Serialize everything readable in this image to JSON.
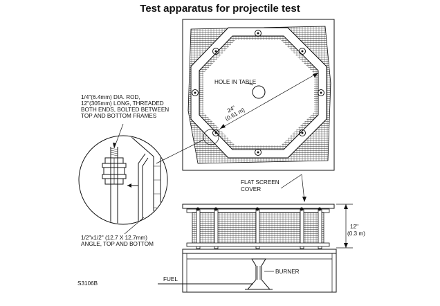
{
  "title": "Test apparatus for projectile test",
  "labels": {
    "rod_note": [
      "1/4\"(6.4mm) DIA. ROD,",
      "12\"(305mm) LONG, THREADED",
      "BOTH ENDS, BOLTED BETWEEN",
      "TOP AND BOTTOM FRAMES"
    ],
    "hole": "HOLE IN TABLE",
    "dim_24": [
      "24\"",
      "(0.61 m)"
    ],
    "flat_screen": [
      "FLAT SCREEN",
      "COVER"
    ],
    "dim_12": [
      "12\"",
      "(0.3  m)"
    ],
    "angle_note": [
      "1/2\"x1/2\" (12.7 X 12.7mm)",
      "ANGLE, TOP AND BOTTOM"
    ],
    "burner": "BURNER",
    "fuel": "FUEL",
    "figure_id": "S3106B"
  }
}
